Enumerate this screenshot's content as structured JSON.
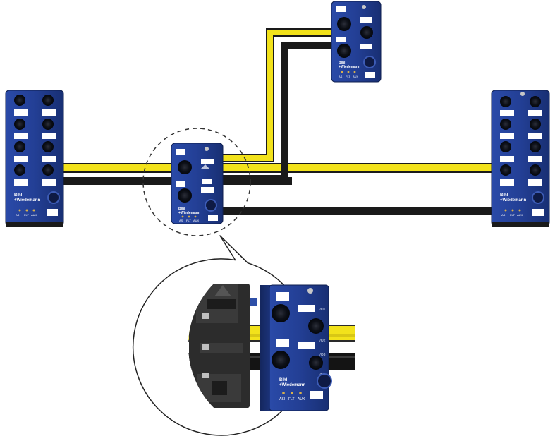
{
  "modules": {
    "left": {
      "brand_line1": "Bihl",
      "brand_line2": "+Wiedemann",
      "leds": [
        "AS",
        "FLT",
        "AUX"
      ]
    },
    "middle": {
      "brand_line1": "Bihl",
      "brand_line2": "+Wiedemann",
      "leds": [
        "AS",
        "FLT",
        "AUX"
      ]
    },
    "top": {
      "brand_line1": "Bihl",
      "brand_line2": "+Wiedemann",
      "leds": [
        "AS",
        "FLT",
        "AUX"
      ]
    },
    "right": {
      "brand_line1": "Bihl",
      "brand_line2": "+Wiedemann",
      "leds": [
        "AS",
        "FLT",
        "AUX"
      ]
    },
    "zoom": {
      "brand_line1": "Bihl",
      "brand_line2": "+Wiedemann",
      "leds": [
        "ASI",
        "FLT",
        "AUX"
      ],
      "port_labels": [
        "I/O1",
        "I/O2",
        "I/O3",
        "I/O4"
      ]
    }
  },
  "colors": {
    "module_blue": "#1f3a8c",
    "cable_yellow": "#f2e21b",
    "cable_black": "#1a1a1a",
    "socket_dark": "#0b0f1c",
    "label_white": "#ffffff"
  }
}
